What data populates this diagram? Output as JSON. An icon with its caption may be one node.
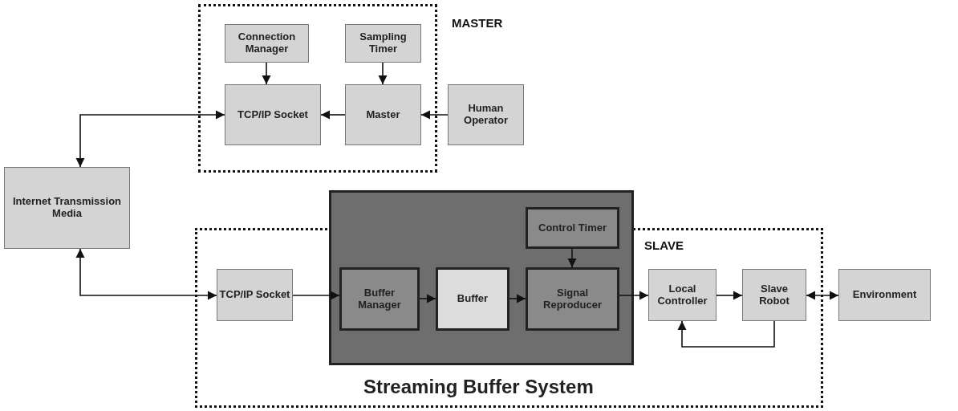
{
  "diagram": {
    "nodes": [
      {
        "text": [
          "MASTER"
        ]
      },
      {
        "text": [
          "Connection Manager"
        ],
        "in": 0
      },
      {
        "text": [
          "Sampling Timer"
        ],
        "in": 0
      },
      {
        "text": [
          "TCP/IP Socket"
        ],
        "in": 0
      },
      {
        "text": [
          "Master"
        ],
        "in": 0
      },
      {
        "text": [
          "Human Operator"
        ]
      },
      {
        "text": [
          "Internet Transmission Media"
        ]
      },
      {
        "text": [
          "SLAVE"
        ]
      },
      {
        "text": [],
        "shape": "box"
      },
      {
        "text": [
          "TCP/IP Socket"
        ],
        "in": 7
      },
      {
        "text": [
          "Buffer Manager"
        ]
      },
      {
        "text": [
          "Buffer"
        ]
      },
      {
        "text": [
          "Control Timer"
        ],
        "in": 8
      },
      {
        "text": [
          "Signal Reproducer"
        ]
      },
      {
        "text": [
          "Local Controller"
        ],
        "in": 7
      },
      {
        "text": [
          "Slave Robot"
        ],
        "in": 7
      },
      {
        "text": [
          "Environment"
        ]
      }
    ],
    "edges": [
      {
        "from": 1,
        "to": 3,
        "arrow": "to"
      },
      {
        "from": 2,
        "to": 4,
        "arrow": "to"
      },
      {
        "from": 4,
        "to": 3,
        "arrow": "to"
      },
      {
        "from": 5,
        "to": 4,
        "arrow": "to"
      },
      {
        "from": 6,
        "to": 3,
        "arrow": "both"
      },
      {
        "from": 6,
        "to": 9,
        "arrow": "both"
      },
      {
        "from": 9,
        "to": 10,
        "arrow": "to"
      },
      {
        "from": 10,
        "to": 11,
        "arrow": "to"
      },
      {
        "from": 11,
        "to": 13,
        "arrow": "to"
      },
      {
        "from": 12,
        "to": 13,
        "arrow": "to"
      },
      {
        "from": 13,
        "to": 14,
        "arrow": "to"
      },
      {
        "from": 14,
        "to": 15,
        "arrow": "to"
      },
      {
        "from": 15,
        "to": 16,
        "arrow": "both"
      },
      {
        "from": 15,
        "to": 14,
        "arrow": "to"
      }
    ],
    "labels": [
      "Streaming Buffer System"
    ]
  }
}
